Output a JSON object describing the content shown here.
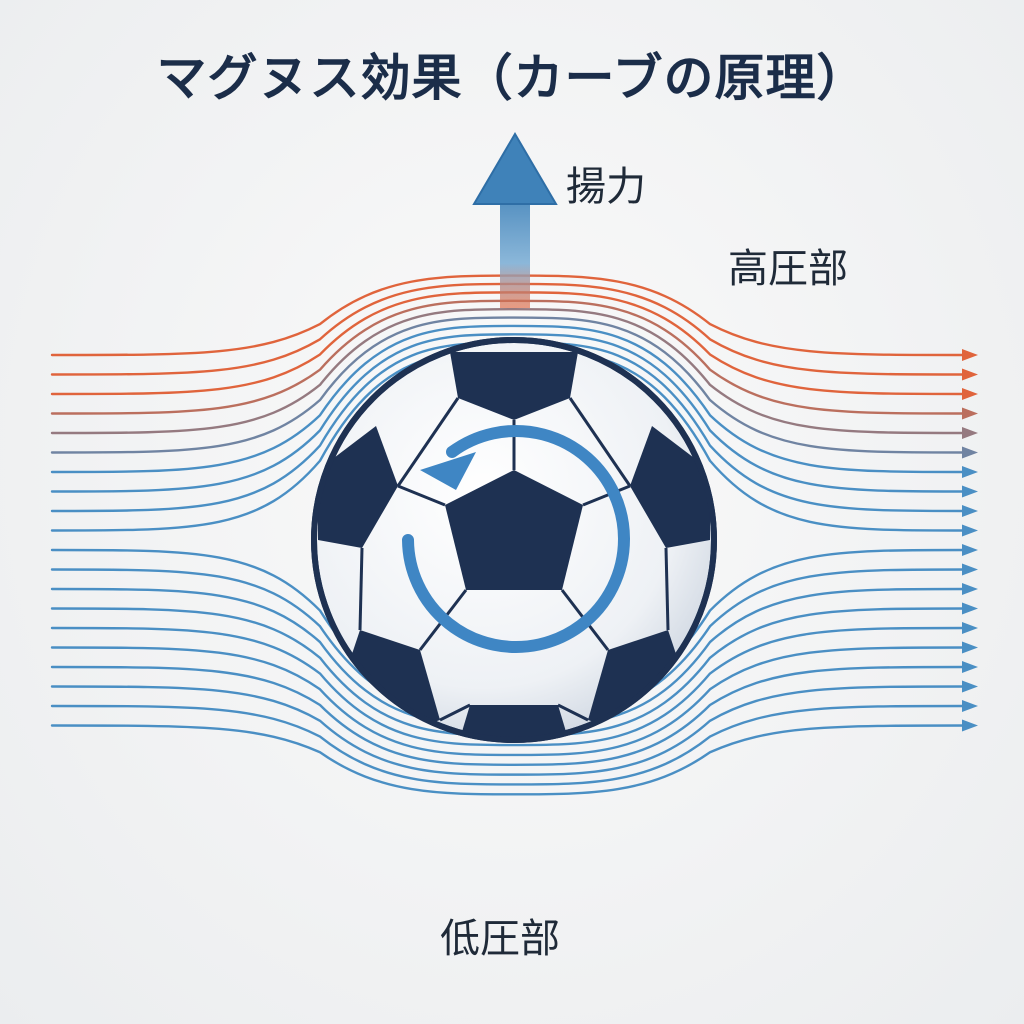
{
  "title": "マグヌス効果（カーブの原理）",
  "labels": {
    "lift": "揚力",
    "high_pressure": "高圧部",
    "low_pressure": "低圧部"
  },
  "icons": {
    "ball": "soccer-ball-icon",
    "spin": "rotation-arrow-icon",
    "lift_arrow": "arrow-up-icon"
  },
  "colors": {
    "text": "#1b2d49",
    "high_pressure_flow": "#e0643c",
    "low_pressure_flow": "#4a8fc4",
    "ball_dark": "#1e3152",
    "spin_arrow": "#3f86c4",
    "lift_arrow": "#4b8ec2"
  }
}
